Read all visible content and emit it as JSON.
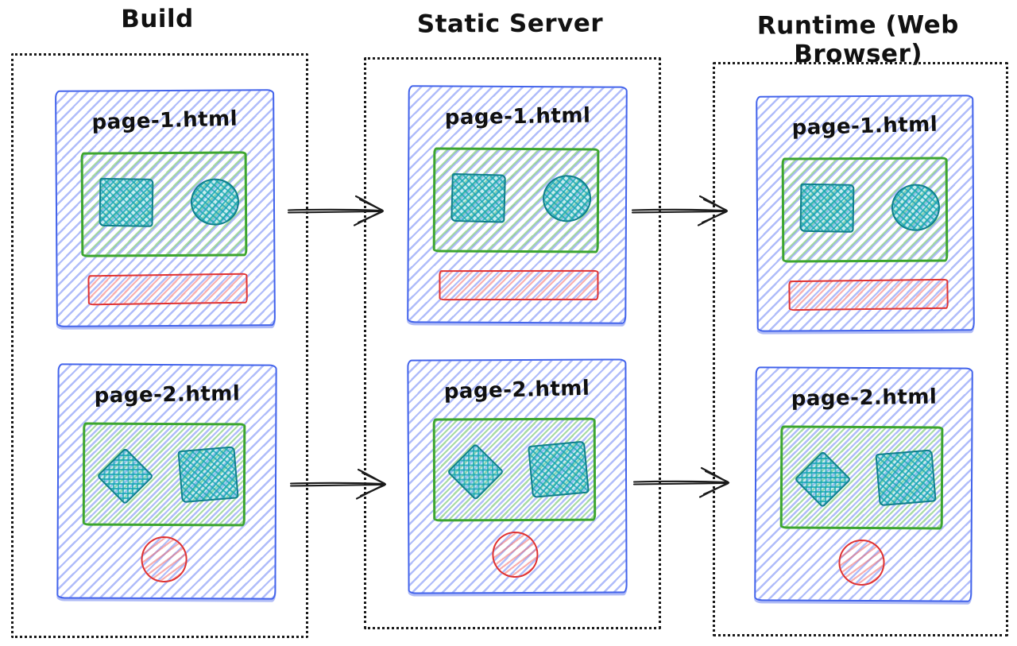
{
  "diagram": {
    "columns": [
      {
        "title": "Build",
        "pages": [
          {
            "title": "page-1.html"
          },
          {
            "title": "page-2.html"
          }
        ]
      },
      {
        "title": "Static Server",
        "pages": [
          {
            "title": "page-1.html"
          },
          {
            "title": "page-2.html"
          }
        ]
      },
      {
        "title": "Runtime (Web Browser)",
        "pages": [
          {
            "title": "page-1.html"
          },
          {
            "title": "page-2.html"
          }
        ]
      }
    ],
    "arrows": [
      {
        "name": "build-to-server-top"
      },
      {
        "name": "server-to-runtime-top"
      },
      {
        "name": "build-to-server-bottom"
      },
      {
        "name": "server-to-runtime-bottom"
      }
    ],
    "colors": {
      "card_border_blue": "#4263eb",
      "card_hatch_blue": "#6e86f5",
      "content_border_green": "#3da62f",
      "content_hatch_green": "#52b749",
      "shape_border_teal": "#0e7f8c",
      "shape_hatch_teal": "#12a6b2",
      "accent_border_red": "#e03131",
      "accent_hatch_red": "#f06262",
      "ink": "#1a1a1a"
    }
  }
}
